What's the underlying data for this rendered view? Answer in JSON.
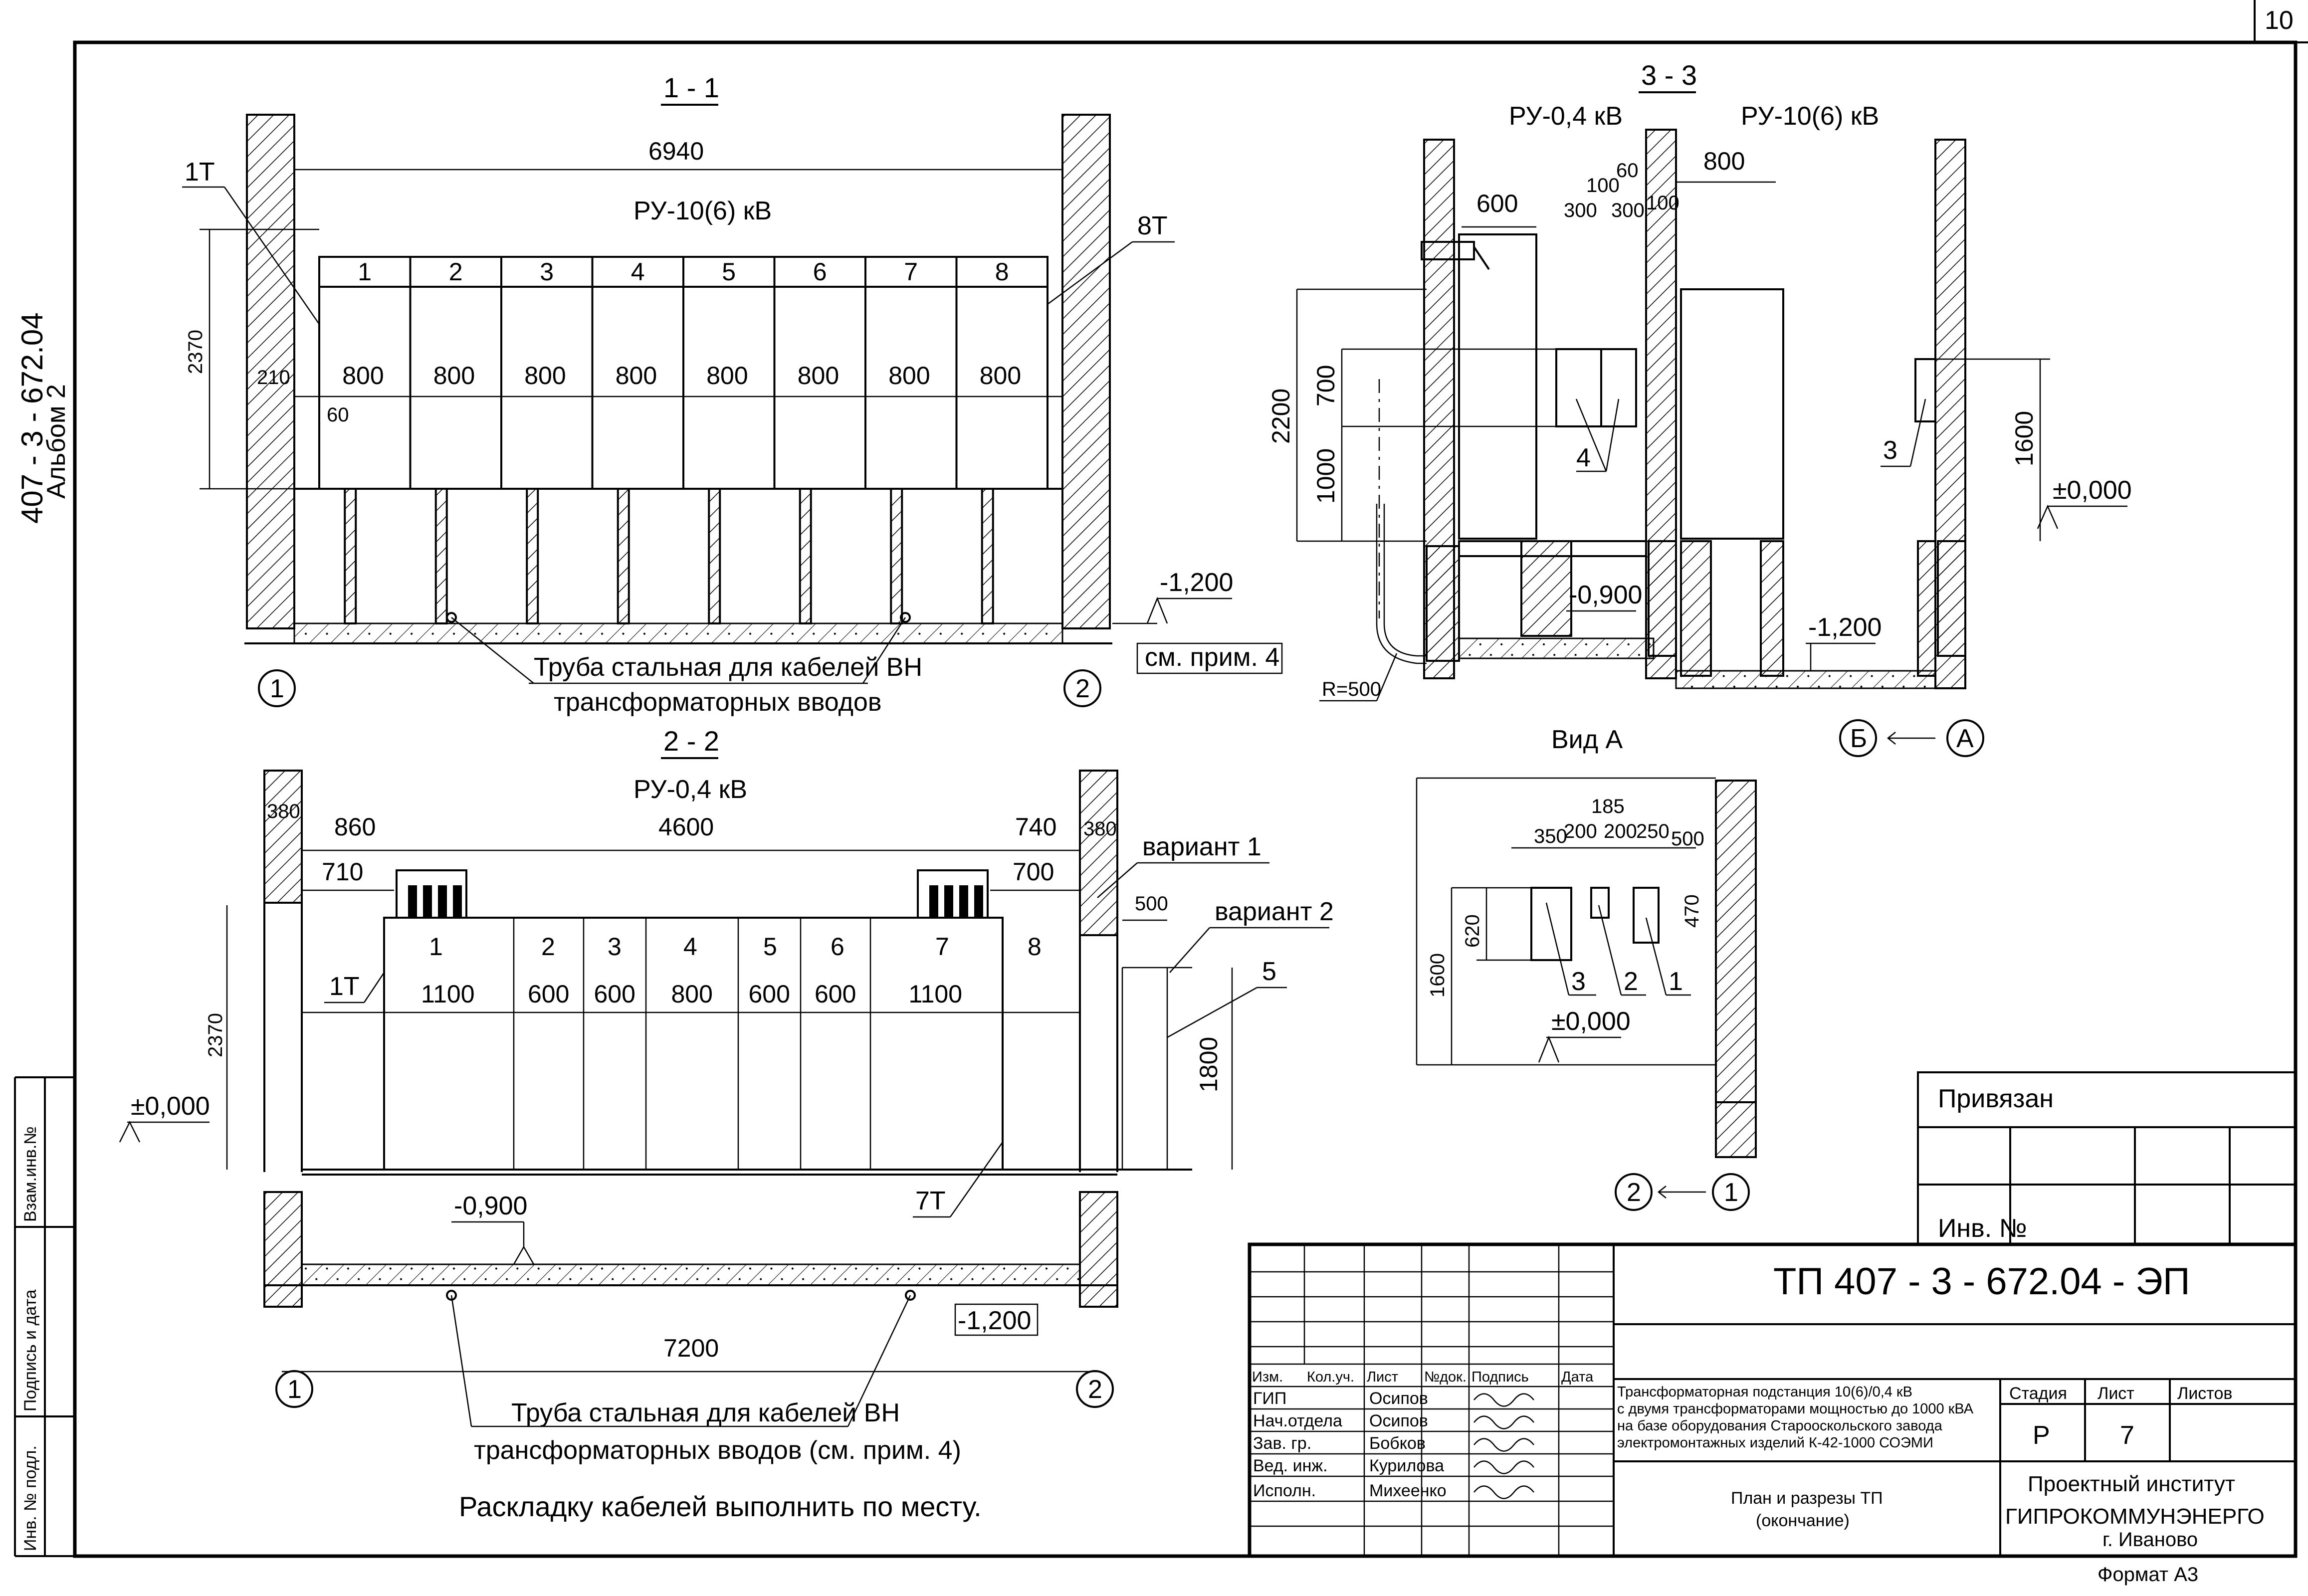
{
  "page_number": "10",
  "side_stamp": {
    "line1": "407 - 3 - 672.04",
    "line2": "Альбом 2"
  },
  "side_boxes": [
    "Инв. № подл.",
    "Подпись и дата",
    "Взам.инв.№"
  ],
  "section_1_1": {
    "title": "1 - 1",
    "heading": "РУ-10(6) кВ",
    "overall": "6940",
    "height": "2370",
    "edge": "210",
    "gap": "60",
    "cells": [
      "1",
      "2",
      "3",
      "4",
      "5",
      "6",
      "7",
      "8"
    ],
    "widths": [
      "800",
      "800",
      "800",
      "800",
      "800",
      "800",
      "800",
      "800"
    ],
    "tag_left": "1Т",
    "tag_right": "8Т",
    "level": "-1,200",
    "note_ref": "см. прим. 4",
    "pipe_note_1": "Труба стальная для кабелей ВН",
    "pipe_note_2": "трансформаторных вводов",
    "axis_left": "1",
    "axis_right": "2"
  },
  "section_2_2": {
    "title": "2 - 2",
    "heading": "РУ-0,4 кВ",
    "wall_left": "380",
    "wall_right": "380",
    "left_top": "860",
    "left_bottom": "710",
    "overall": "4600",
    "right_top": "740",
    "right_bottom": "700",
    "cells": [
      "1",
      "2",
      "3",
      "4",
      "5",
      "6",
      "7",
      "8"
    ],
    "widths": [
      "1100",
      "600",
      "600",
      "800",
      "600",
      "600",
      "1100"
    ],
    "height": "2370",
    "tag_left": "1Т",
    "tag_mid": "7Т",
    "variant1": "вариант 1",
    "variant2": "вариант 2",
    "offset": "500",
    "item5": "5",
    "h1800": "1800",
    "level_zero": "±0,000",
    "level_pit": "-0,900",
    "level_bottom": "-1,200",
    "total": "7200",
    "pipe_note_1": "Труба стальная для кабелей ВН",
    "pipe_note_2": "трансформаторных вводов (см. прим. 4)",
    "axis_left": "1",
    "axis_right": "2"
  },
  "section_3_3": {
    "title": "3 - 3",
    "heading_left": "РУ-0,4 кВ",
    "heading_right": "РУ-10(6) кВ",
    "d600": "600",
    "d300a": "300",
    "d100a": "100",
    "d300b": "300",
    "d60": "60",
    "d100b": "100",
    "d800": "800",
    "h2200": "2200",
    "h700": "700",
    "h1000": "1000",
    "h1600": "1600",
    "item3": "3",
    "item4": "4",
    "level_zero": "±0,000",
    "level_pit": "-0,900",
    "level_bottom": "-1,200",
    "radius": "R=500",
    "axis_b": "Б",
    "axis_a": "А"
  },
  "view_a": {
    "title": "Вид А",
    "d185": "185",
    "d350": "350",
    "d200a": "200",
    "d200b": "200",
    "d250": "250",
    "d500": "500",
    "h620": "620",
    "h470": "470",
    "h1600": "1600",
    "level_zero": "±0,000",
    "items": [
      "3",
      "2",
      "1"
    ],
    "axis_2": "2",
    "axis_1": "1"
  },
  "note": "Раскладку кабелей выполнить по месту.",
  "stamp": {
    "linked": "Привязан",
    "inv": "Инв. №",
    "code": "ТП  407 - 3 - 672.04 - ЭП",
    "head": [
      "Изм.",
      "Кол.уч.",
      "Лист",
      "№док.",
      "Подпись",
      "Дата"
    ],
    "roles": [
      "ГИП",
      "Нач.отдела",
      "Зав. гр.",
      "Вед. инж.",
      "Исполн."
    ],
    "names": [
      "Осипов",
      "Осипов",
      "Бобков",
      "Курилова",
      "Михеенко"
    ],
    "description": [
      "Трансформаторная подстанция 10(6)/0,4 кВ",
      "с двумя трансформаторами мощностью до 1000 кВА",
      "на базе оборудования Старооскольского завода",
      "электромонтажных изделий К-42-1000 СОЭМИ"
    ],
    "sheet_title_1": "План и разрезы ТП",
    "sheet_title_2": "(окончание)",
    "stage_label": "Стадия",
    "sheet_label": "Лист",
    "sheets_label": "Листов",
    "stage": "Р",
    "sheet": "7",
    "org_1": "Проектный институт",
    "org_2": "ГИПРОКОММУНЭНЕРГО",
    "org_3": "г. Иваново",
    "format": "Формат А3"
  }
}
